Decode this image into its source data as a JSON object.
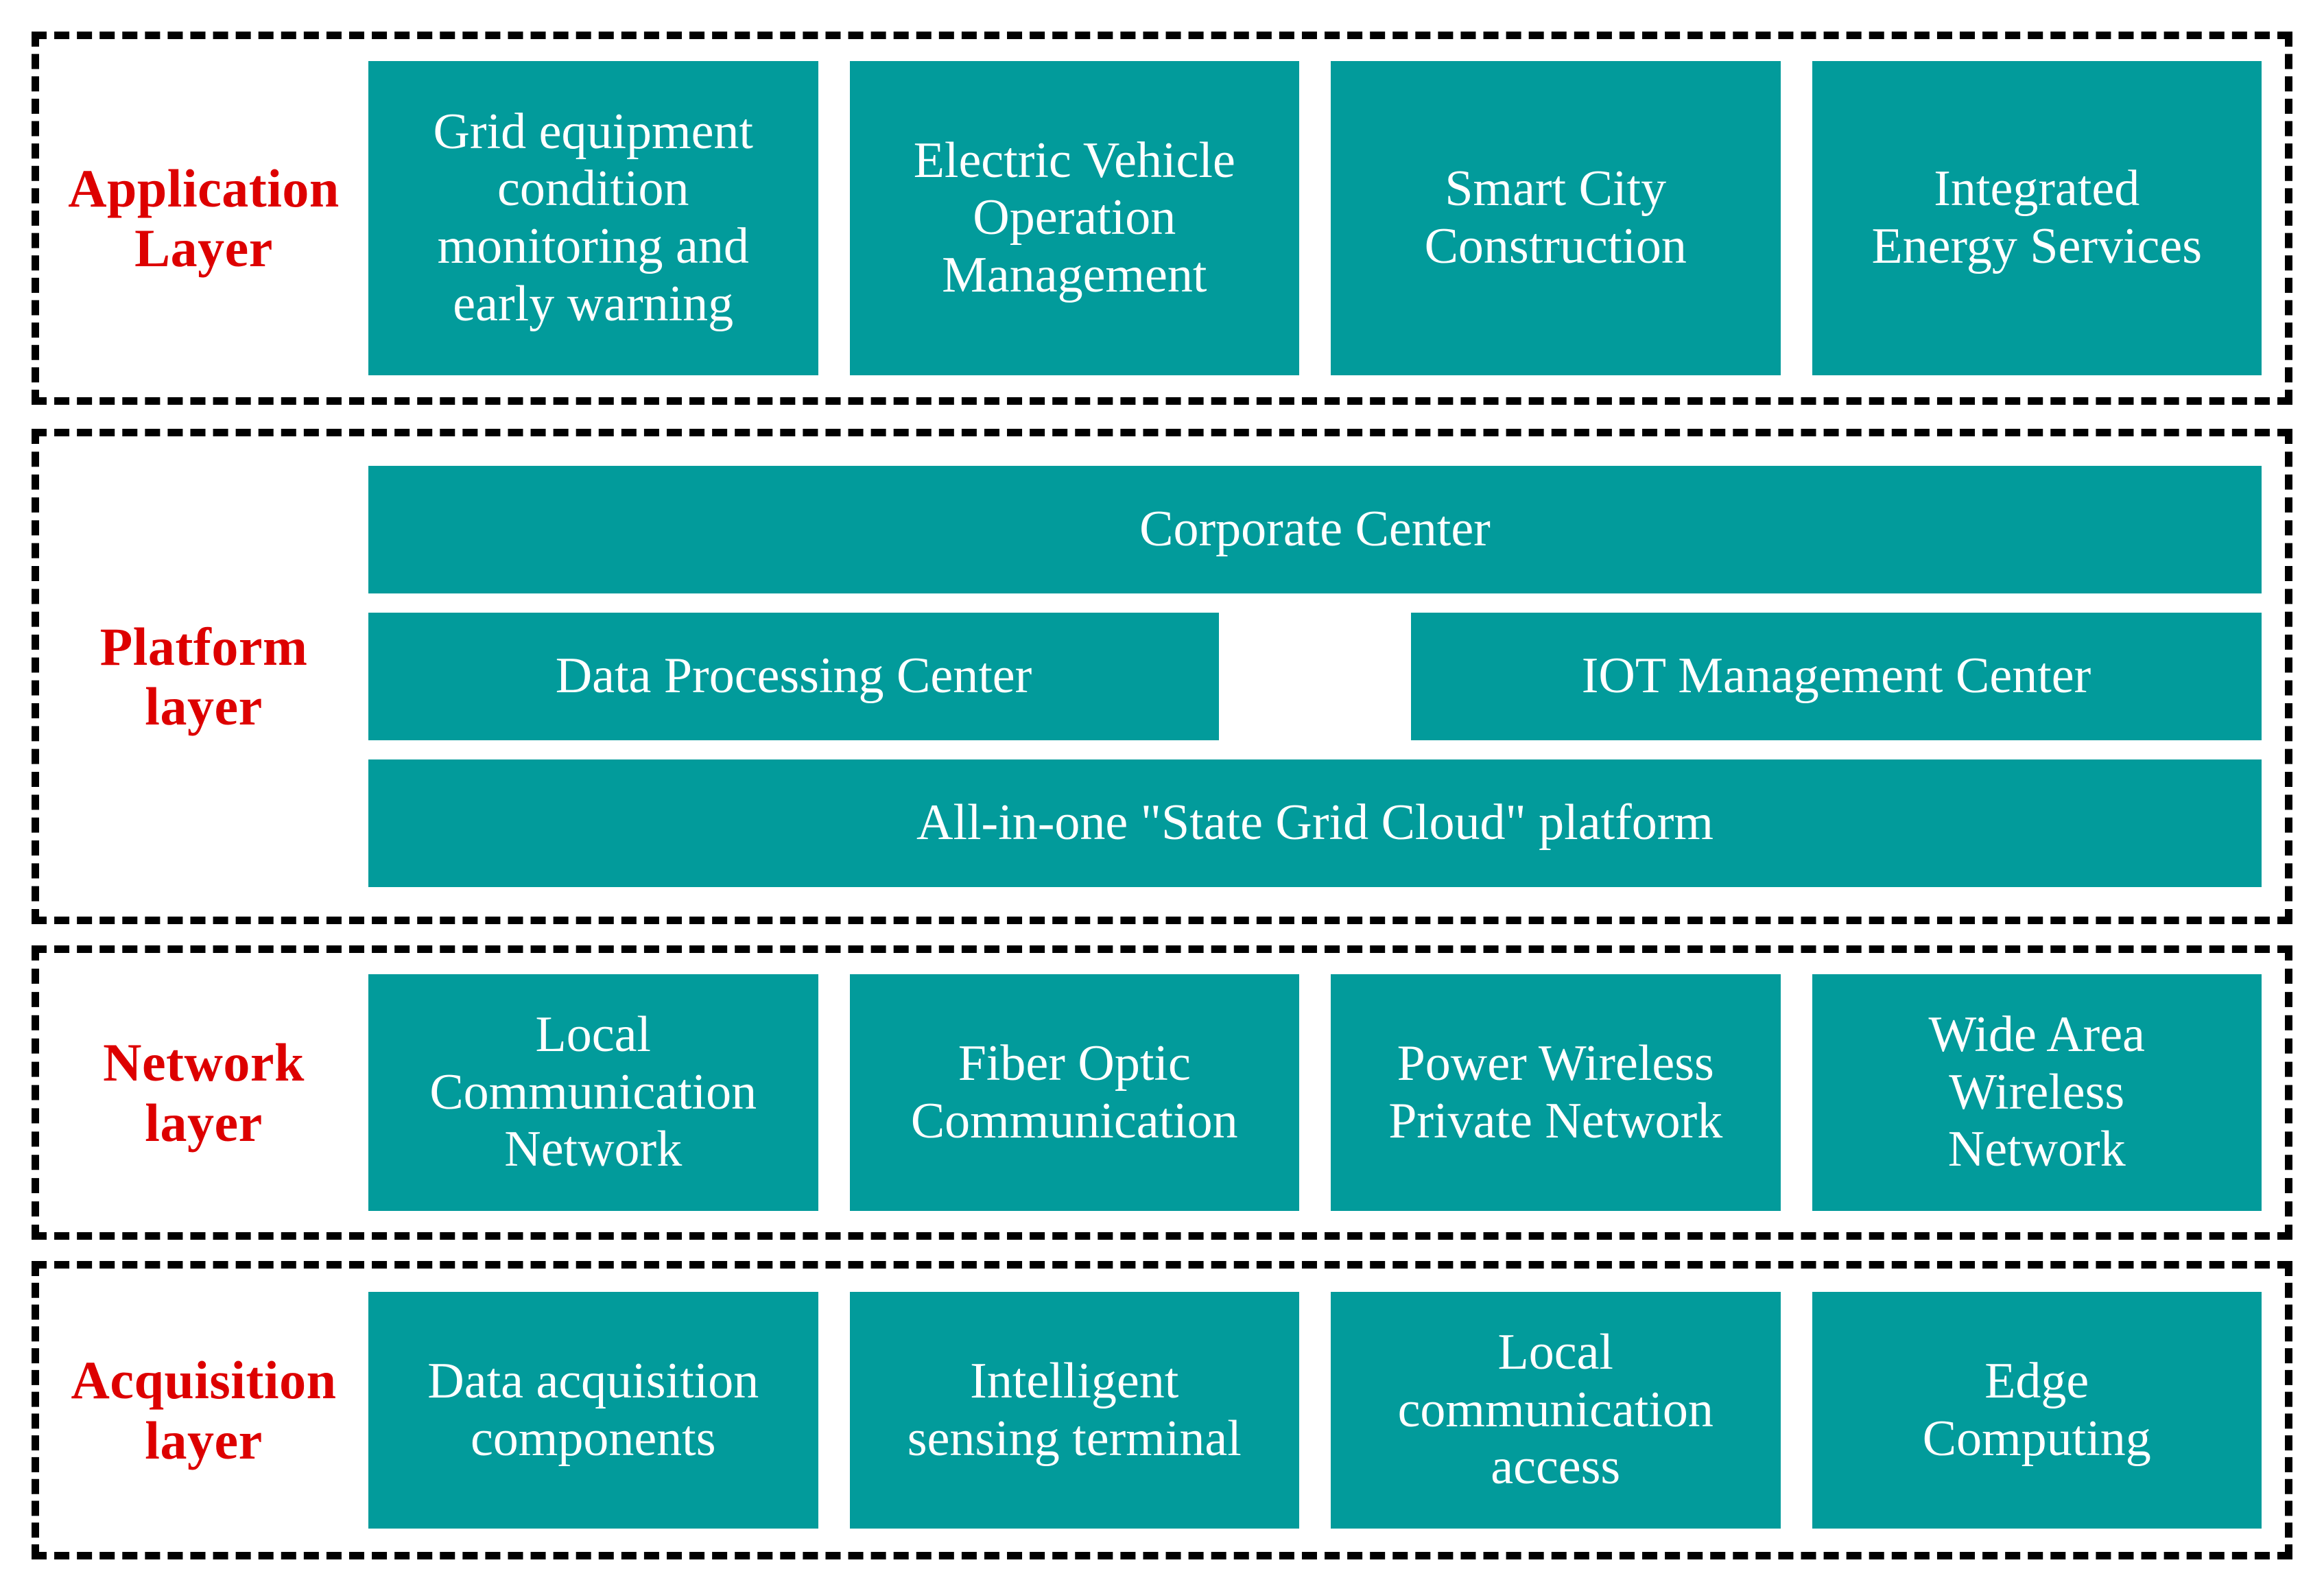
{
  "diagram": {
    "title": "Smart grid IoT four-layer architecture",
    "colors": {
      "tile_fill": "#029B9B",
      "tile_text": "#FFFFFF",
      "layer_label": "#DD0000",
      "border": "#000000",
      "background": "#FFFFFF"
    }
  },
  "layers": [
    {
      "id": "application",
      "label": "Application\nLayer",
      "tiles": [
        {
          "text": "Grid equipment\ncondition\nmonitoring and\nearly warning"
        },
        {
          "text": "Electric Vehicle\nOperation\nManagement"
        },
        {
          "text": "Smart City\nConstruction"
        },
        {
          "text": "Integrated\nEnergy Services"
        }
      ]
    },
    {
      "id": "platform",
      "label": "Platform\nlayer",
      "tiles": [
        {
          "text": "Corporate Center"
        },
        {
          "text": "Data Processing Center"
        },
        {
          "text": "IOT Management Center"
        },
        {
          "text": "All-in-one \"State Grid Cloud\" platform"
        }
      ]
    },
    {
      "id": "network",
      "label": "Network\nlayer",
      "tiles": [
        {
          "text": "Local\nCommunication\nNetwork"
        },
        {
          "text": "Fiber Optic\nCommunication"
        },
        {
          "text": "Power Wireless\nPrivate Network"
        },
        {
          "text": "Wide Area\nWireless\nNetwork"
        }
      ]
    },
    {
      "id": "acquisition",
      "label": "Acquisition\nlayer",
      "tiles": [
        {
          "text": "Data acquisition\ncomponents"
        },
        {
          "text": "Intelligent\nsensing terminal"
        },
        {
          "text": "Local\ncommunication\naccess"
        },
        {
          "text": "Edge\nComputing"
        }
      ]
    }
  ]
}
